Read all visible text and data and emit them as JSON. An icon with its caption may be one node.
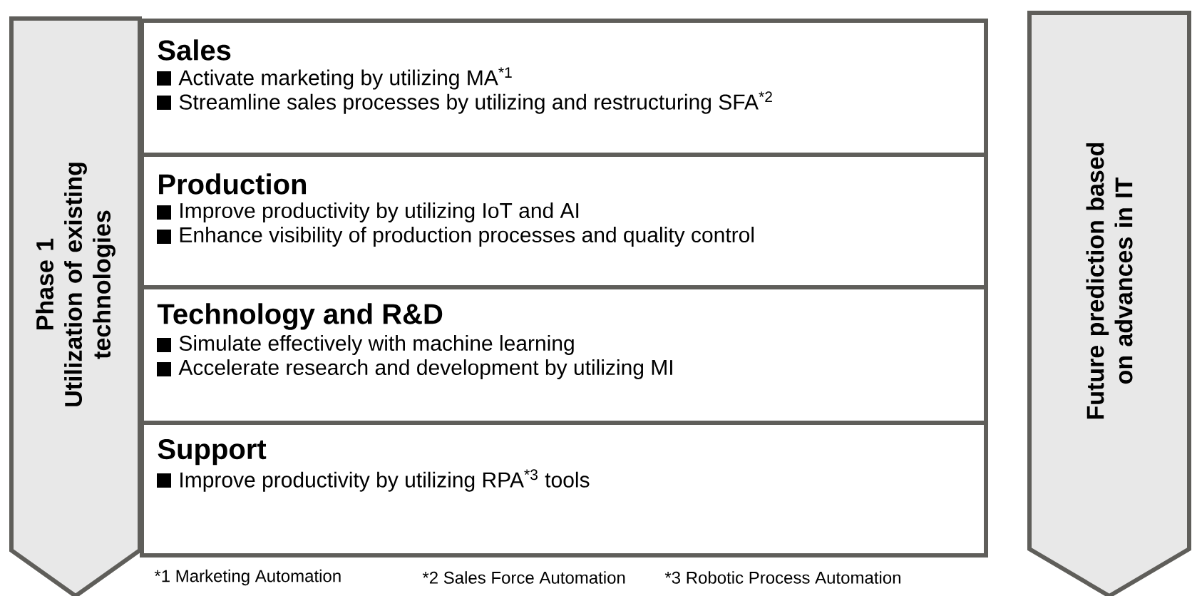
{
  "diagram": {
    "nodes": [
      {
        "text": [
          "Phase 1",
          "Utilization of existing technologies"
        ]
      },
      {
        "text": [
          "Sales",
          "Activate marketing by utilizing MA$^{*1}$",
          "Streamline sales processes by utilizing and restructuring SFA$^{*2}$"
        ]
      },
      {
        "text": [
          "Production",
          "Improve productivity by utilizing IoT and AI",
          "Enhance visibility of production processes and quality control"
        ]
      },
      {
        "text": [
          "Technology and R&D",
          "Simulate effectively with machine learning",
          "Accelerate research and development by utilizing MI"
        ]
      },
      {
        "text": [
          "Support",
          "Improve productivity by utilizing RPA$^{*3}$ tools"
        ]
      },
      {
        "text": [
          "Future prediction based on advances in IT"
        ]
      }
    ],
    "labels": [
      "*1 Marketing Automation",
      "*2 Sales Force Automation",
      "*3 Robotic Process Automation"
    ]
  }
}
